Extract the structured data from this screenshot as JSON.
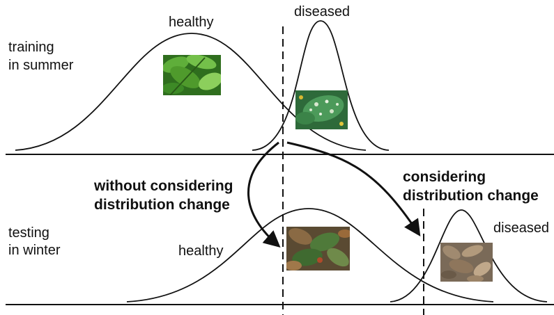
{
  "top_panel": {
    "row_label_line1": "training",
    "row_label_line2": "in summer",
    "healthy_label": "healthy",
    "diseased_label": "diseased",
    "healthy_photo": "green-healthy-leaves-photo",
    "diseased_photo": "spotted-diseased-leaves-photo"
  },
  "bottom_panel": {
    "row_label_line1": "testing",
    "row_label_line2": "in winter",
    "healthy_label": "healthy",
    "diseased_label": "diseased",
    "healthy_photo": "autumn-healthy-leaves-photo",
    "diseased_photo": "dry-diseased-leaves-photo"
  },
  "annotations": {
    "without_line1": "without considering",
    "without_line2": "distribution change",
    "with_line1": "considering",
    "with_line2": "distribution change"
  },
  "colors": {
    "ink": "#111111",
    "leaf_green": "#3f8f2a",
    "autumn_brown": "#7a5a3a"
  }
}
